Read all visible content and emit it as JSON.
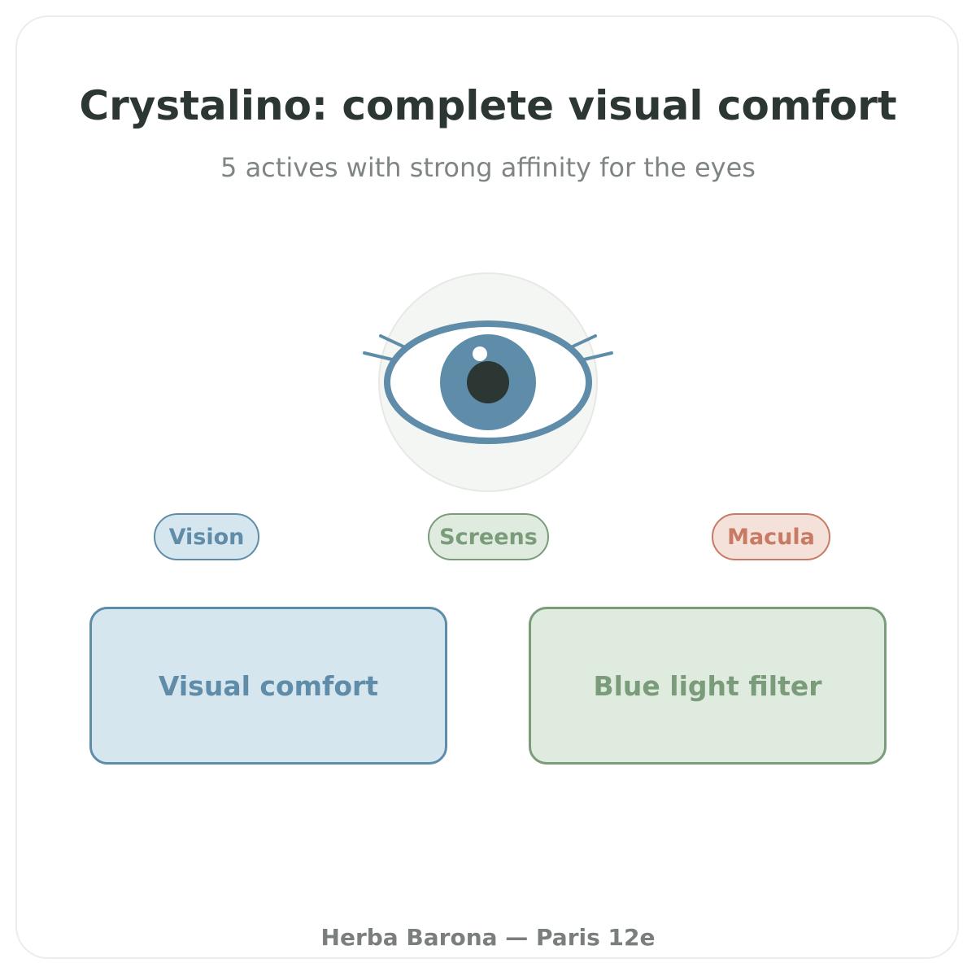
{
  "header": {
    "title": "Crystalino: complete visual comfort",
    "subtitle": "5 actives with strong affinity for the eyes"
  },
  "illustration": {
    "icon": "eye-icon",
    "colors": {
      "iris": "#5f8ca8",
      "pupil": "#2c3633",
      "halo": "#f4f6f3"
    }
  },
  "tags": [
    {
      "label": "Vision",
      "color": "#5f8ca8"
    },
    {
      "label": "Screens",
      "color": "#7a9c7a"
    },
    {
      "label": "Macula",
      "color": "#c87a64"
    }
  ],
  "benefits": [
    {
      "label": "Visual comfort",
      "color": "#5f8ca8"
    },
    {
      "label": "Blue light filter",
      "color": "#7a9c7a"
    }
  ],
  "footer": {
    "text": "Herba Barona — Paris 12e"
  }
}
